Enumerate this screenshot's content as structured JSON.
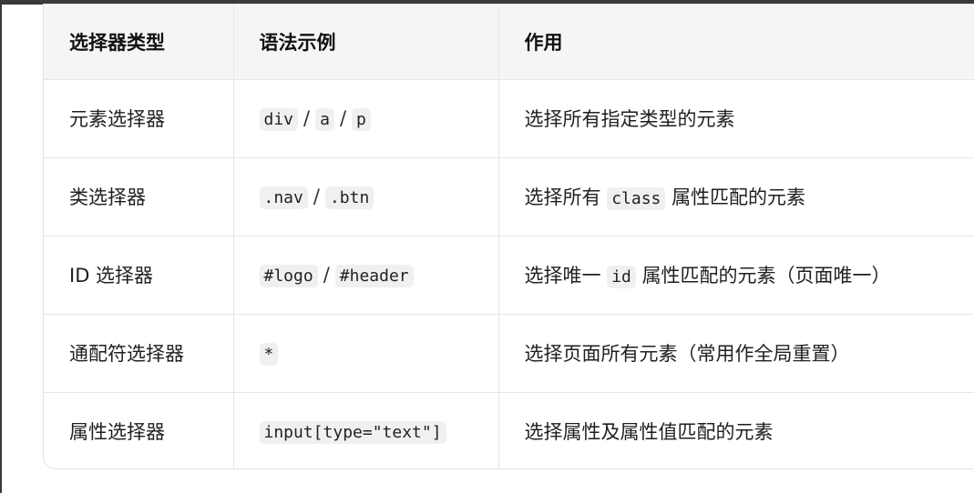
{
  "table": {
    "headers": [
      "选择器类型",
      "语法示例",
      "作用"
    ],
    "rows": [
      {
        "type": "元素选择器",
        "syntax": [
          "div",
          "a",
          "p"
        ],
        "effect": {
          "before": "选择所有指定类型的元素",
          "code": "",
          "after": ""
        }
      },
      {
        "type": "类选择器",
        "syntax": [
          ".nav",
          ".btn"
        ],
        "effect": {
          "before": "选择所有",
          "code": "class",
          "after": "属性匹配的元素"
        }
      },
      {
        "type": "ID 选择器",
        "syntax": [
          "#logo",
          "#header"
        ],
        "effect": {
          "before": "选择唯一",
          "code": "id",
          "after": "属性匹配的元素（页面唯一）"
        }
      },
      {
        "type": "通配符选择器",
        "syntax": [
          "*"
        ],
        "effect": {
          "before": "选择页面所有元素（常用作全局重置）",
          "code": "",
          "after": ""
        }
      },
      {
        "type": "属性选择器",
        "syntax": [
          "input[type=\"text\"]"
        ],
        "effect": {
          "before": "选择属性及属性值匹配的元素",
          "code": "",
          "after": ""
        }
      }
    ]
  }
}
